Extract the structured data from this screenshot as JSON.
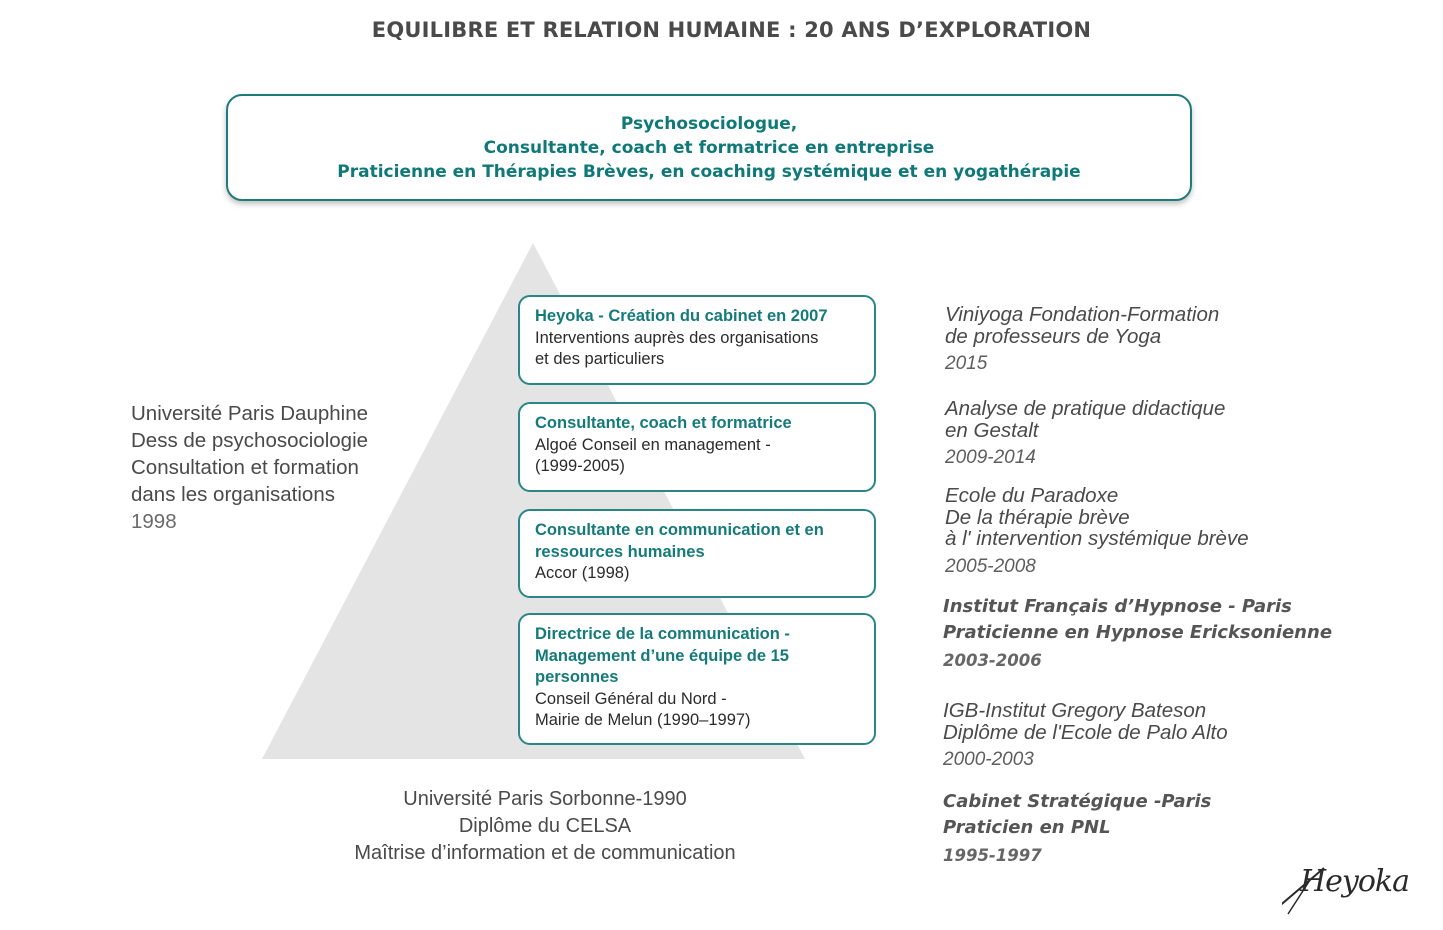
{
  "title": "EQUILIBRE ET RELATION HUMAINE : 20 ANS D’EXPLORATION",
  "header": {
    "lines": [
      "Psychosociologue,",
      "Consultante, coach et formatrice en entreprise",
      "Praticienne en Thérapies Brèves, en coaching systémique et en yogathérapie"
    ]
  },
  "career": [
    {
      "title": "Heyoka - Création du cabinet en 2007",
      "desc": "Interventions auprès des organisations\net des particuliers"
    },
    {
      "title": "Consultante, coach et formatrice",
      "desc": "Algoé Conseil en management -\n(1999-2005)"
    },
    {
      "title": "Consultante en communication et en ressources humaines",
      "desc": "Accor (1998)"
    },
    {
      "title": "Directrice de la communication - Management d’une équipe de 15 personnes",
      "desc": "Conseil Général du Nord -\nMairie de Melun (1990–1997)"
    }
  ],
  "left_education": {
    "lines": [
      "Université Paris Dauphine",
      "Dess de psychosociologie",
      "Consultation et formation",
      "dans les organisations"
    ],
    "year": "1998"
  },
  "bottom_education": {
    "lines": [
      "Université Paris Sorbonne-1990",
      "Diplôme du CELSA",
      "Maîtrise d’information et de communication"
    ]
  },
  "formations": [
    {
      "lines": [
        "Viniyoga Fondation-Formation",
        "de professeurs de Yoga"
      ],
      "year": "2015"
    },
    {
      "lines": [
        "Analyse de pratique didactique",
        "en Gestalt"
      ],
      "year": "2009-2014"
    },
    {
      "lines": [
        "Ecole du Paradoxe",
        "De la thérapie brève",
        "à l' intervention systémique brève"
      ],
      "year": "2005-2008"
    },
    {
      "lines": [
        "Institut Français d’Hypnose - Paris",
        "Praticienne en Hypnose Ericksonienne"
      ],
      "year": "2003-2006"
    },
    {
      "lines": [
        "IGB-Institut Gregory Bateson",
        "Diplôme de l'Ecole de Palo Alto"
      ],
      "year": "2000-2003"
    },
    {
      "lines": [
        "Cabinet Stratégique -Paris",
        "Praticien en PNL"
      ],
      "year": "1995-1997"
    }
  ],
  "logo": {
    "text": "Heyoka"
  },
  "colors": {
    "teal": "#157a7a",
    "pyramid": "#e4e4e4",
    "text": "#4a4a4a"
  }
}
